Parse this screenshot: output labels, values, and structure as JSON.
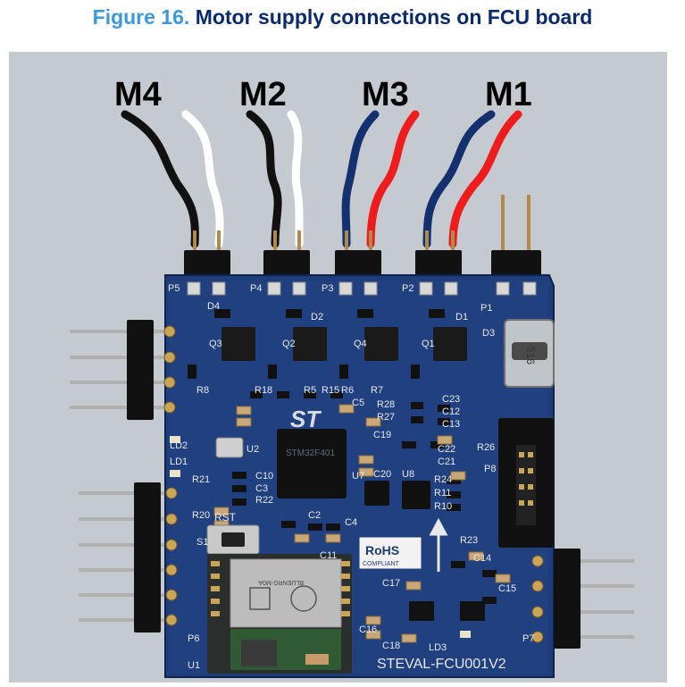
{
  "caption": {
    "number": "Figure 16.",
    "title": "Motor supply connections on FCU board"
  },
  "photo": {
    "motor_labels": [
      "M4",
      "M2",
      "M3",
      "M1"
    ],
    "chip_logo": "ST",
    "ic_marking": "STM32F401",
    "rohs": "RoHS",
    "rohs_sub": "COMPLIANT",
    "board_name": "STEVAL-FCU001V2",
    "connector_labels": [
      "P5",
      "P4",
      "P3",
      "P2",
      "P1",
      "P6",
      "P7",
      "P8"
    ],
    "parts": [
      "RST",
      "S1",
      "U1",
      "U2",
      "U7",
      "U8",
      "LD1",
      "LD2",
      "LD3",
      "D1",
      "D2",
      "D3",
      "D4",
      "Q1",
      "Q2",
      "Q3",
      "Q4",
      "C2",
      "C3",
      "C4",
      "C5",
      "C10",
      "C11",
      "C12",
      "C13",
      "C14",
      "C15",
      "C16",
      "C17",
      "C18",
      "C19",
      "C20",
      "C21",
      "C22",
      "C23",
      "R5",
      "R6",
      "R7",
      "R8",
      "R10",
      "R11",
      "R15",
      "R18",
      "R20",
      "R21",
      "R22",
      "R23",
      "R24",
      "R26",
      "R27",
      "R28"
    ],
    "module_text": "BLUENRG-M0A",
    "colors": {
      "background": "#c4cacf",
      "pcb": "#1f3d7a",
      "wire_black": "#111111",
      "wire_white": "#ffffff",
      "wire_blue": "#15306e",
      "wire_red": "#ee1c1c"
    }
  }
}
